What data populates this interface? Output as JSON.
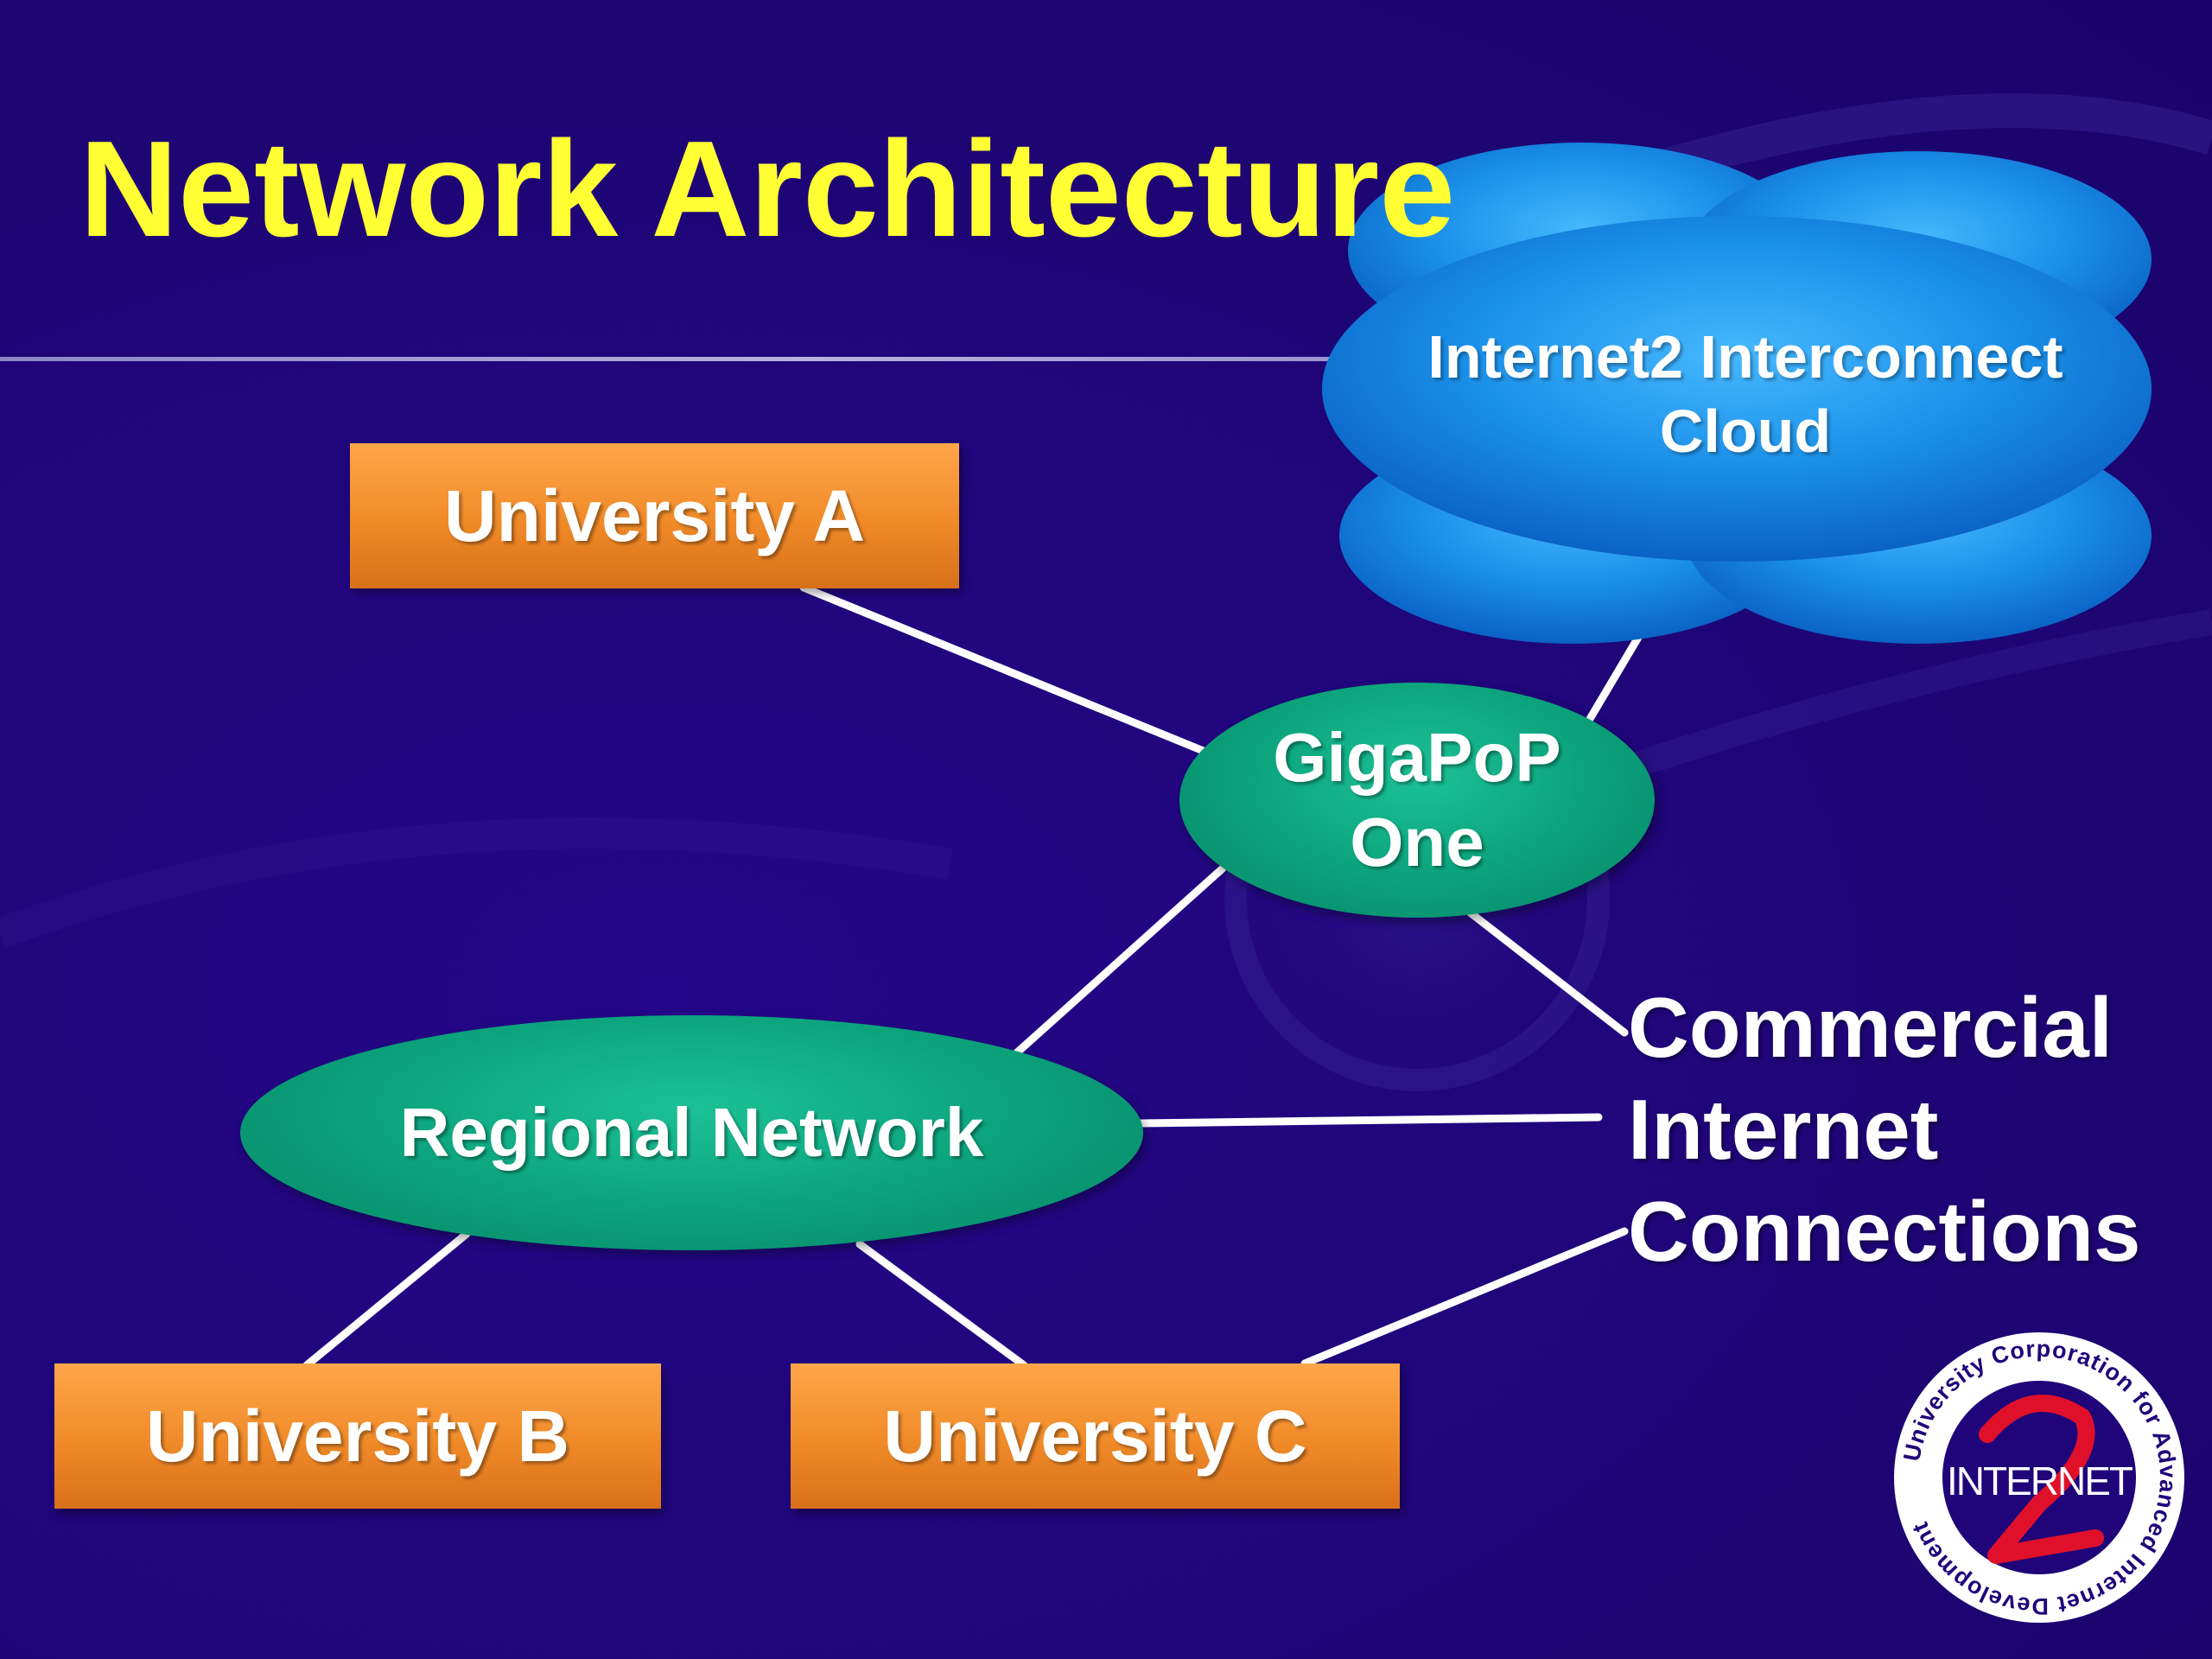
{
  "slide": {
    "title": "Network Architecture",
    "colors": {
      "background": "#20057a",
      "title": "#ffff33",
      "box_fill": "#f0902c",
      "oval_fill": "#0aa07a",
      "cloud_fill": "#1a8fe8",
      "connector": "#ffffff"
    }
  },
  "nodes": {
    "university_a": "University A",
    "university_b": "University B",
    "university_c": "University C",
    "gigapop": [
      "GigaPoP",
      "One"
    ],
    "regional_network": "Regional Network",
    "cloud": [
      "Internet2 Interconnect",
      "Cloud"
    ],
    "commercial": [
      "Commercial",
      "Internet",
      "Connections"
    ]
  },
  "logo": {
    "ring_text": "University Corporation for Advanced Internet Development",
    "center_text": "INTERNET",
    "numeral": "2",
    "icon": "internet2-seal-icon"
  }
}
